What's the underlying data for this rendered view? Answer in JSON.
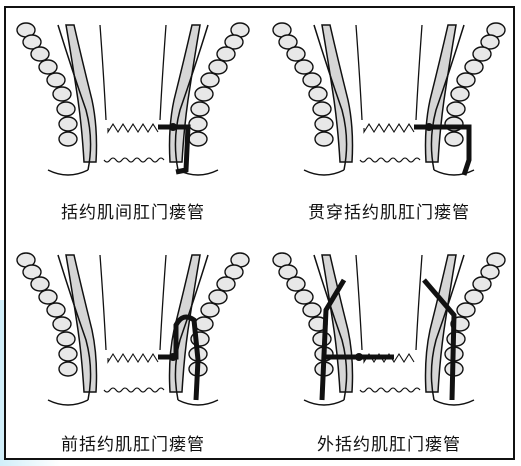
{
  "panels": [
    {
      "id": "intersphincteric",
      "caption": "括约肌间肛门瘘管"
    },
    {
      "id": "transsphincteric",
      "caption": "贯穿括约肌肛门瘘管"
    },
    {
      "id": "suprasphincteric",
      "caption": "前括约肌肛门瘘管"
    },
    {
      "id": "extrasphincteric",
      "caption": "外括约肌肛门瘘管"
    }
  ],
  "colors": {
    "line": "#111111",
    "muscle_fill": "#d6d6d6",
    "background": "#ffffff"
  }
}
